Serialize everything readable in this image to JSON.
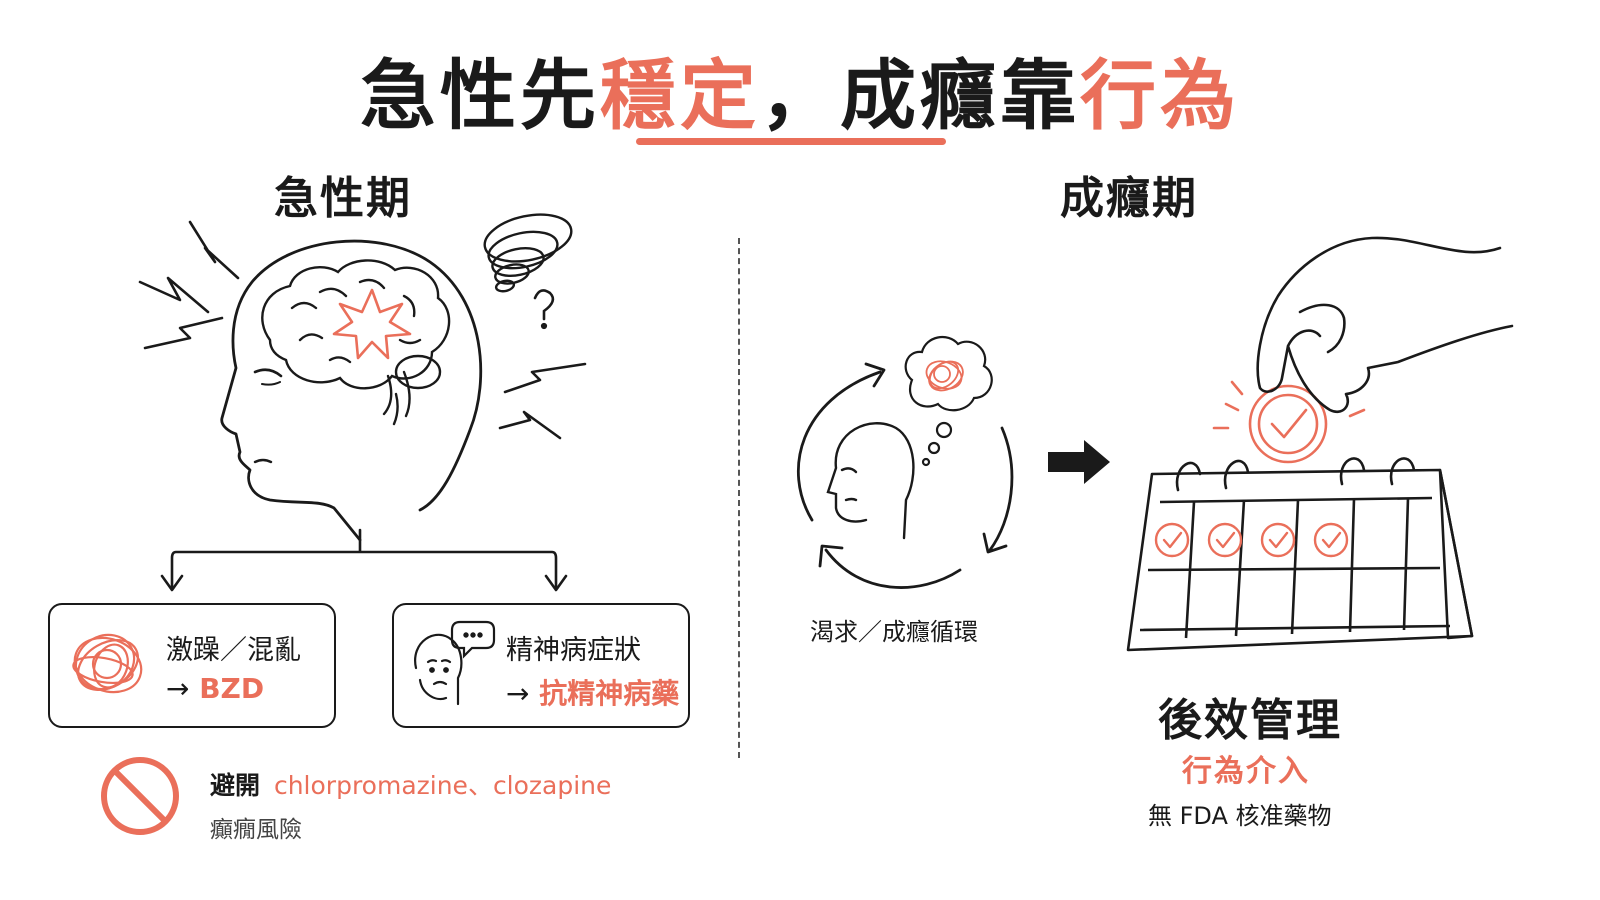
{
  "title": {
    "part1": "急性先",
    "part2": "穩定",
    "part3": "，成癮靠",
    "part4": "行為"
  },
  "acute": {
    "heading": "急性期",
    "box_left": {
      "line1": "激躁／混亂",
      "arrow": "→",
      "drug": "BZD"
    },
    "box_right": {
      "line1": "精神病症狀",
      "arrow": "→",
      "drug": "抗精神病藥"
    },
    "avoid": {
      "label": "避開",
      "drugs": "chlorpromazine、clozapine",
      "reason": "癲癇風險"
    }
  },
  "addiction": {
    "heading": "成癮期",
    "cycle_label": "渴求／成癮循環",
    "management_title": "後效管理",
    "management_sub": "行為介入",
    "management_note": "無 FDA 核准藥物"
  },
  "colors": {
    "accent": "#ea6f5a",
    "ink": "#1a1a1a"
  },
  "icons": [
    "brain-icon",
    "lightning-icon",
    "spiral-icon",
    "question-icon",
    "tangle-icon",
    "worried-face-icon",
    "speech-bubble-icon",
    "prohibited-icon",
    "cycle-arrows-icon",
    "head-icon",
    "thought-cloud-icon",
    "right-arrow-icon",
    "calendar-icon",
    "check-icon",
    "hand-icon",
    "coin-icon"
  ]
}
